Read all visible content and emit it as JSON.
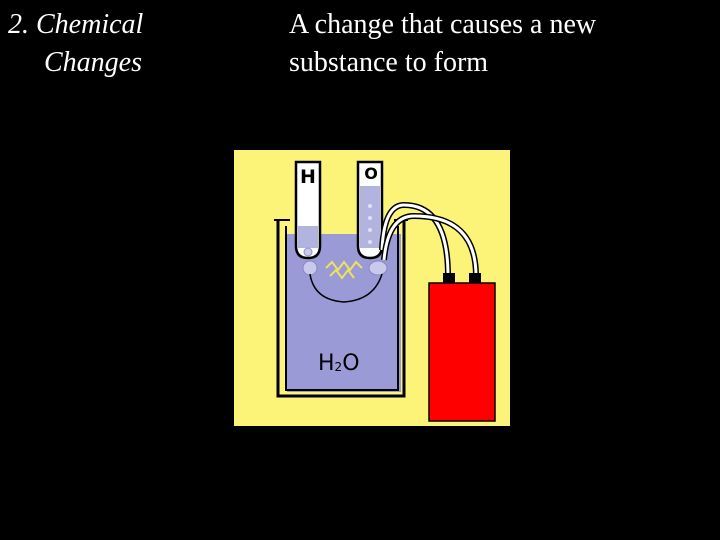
{
  "slide": {
    "item_number": "2.",
    "item_title_line1": "Chemical",
    "item_title_line2": "Changes",
    "definition_line1": "A change that causes a new",
    "definition_line2": "substance to form"
  },
  "diagram": {
    "left_tube_label": "H",
    "right_tube_label": "O",
    "beaker_label_main": "H",
    "beaker_label_sub": "2",
    "beaker_label_end": "O",
    "colors": {
      "background": "#fbf478",
      "water": "#9a9ad6",
      "battery": "#ff0000",
      "outline": "#000000"
    }
  }
}
